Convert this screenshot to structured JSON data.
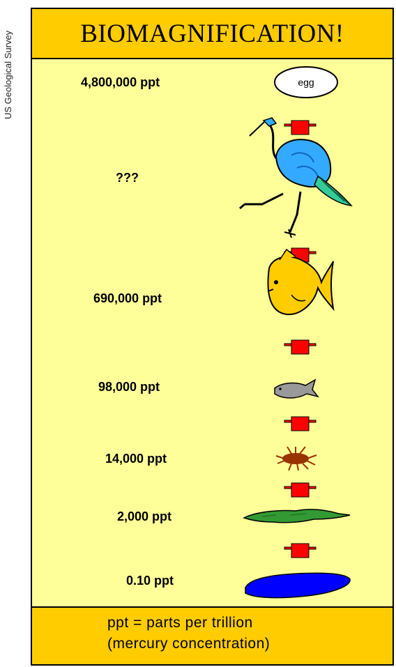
{
  "credit": "US Geological Survey",
  "title": "BIOMAGNIFICATION!",
  "levels": [
    {
      "organism": "egg",
      "concentration": "4,800,000 ppt"
    },
    {
      "organism": "heron-icon",
      "concentration": "???"
    },
    {
      "organism": "large-fish-icon",
      "concentration": "690,000 ppt"
    },
    {
      "organism": "small-fish-icon",
      "concentration": "98,000 ppt"
    },
    {
      "organism": "zooplankton-icon",
      "concentration": "14,000 ppt"
    },
    {
      "organism": "algae-icon",
      "concentration": "2,000 ppt"
    },
    {
      "organism": "water-icon",
      "concentration": "0.10 ppt"
    }
  ],
  "egg_label": "egg",
  "footer": {
    "line1": "ppt = parts per trillion",
    "line2": "(mercury concentration)"
  },
  "colors": {
    "background": "#ffff99",
    "band": "#ffcc00",
    "arrow": "#ff0000",
    "large_fish": "#ffcc00",
    "small_fish": "#999999",
    "zooplankton": "#993300",
    "algae": "#339933",
    "water": "#0000ff",
    "heron": "#33aaff"
  }
}
